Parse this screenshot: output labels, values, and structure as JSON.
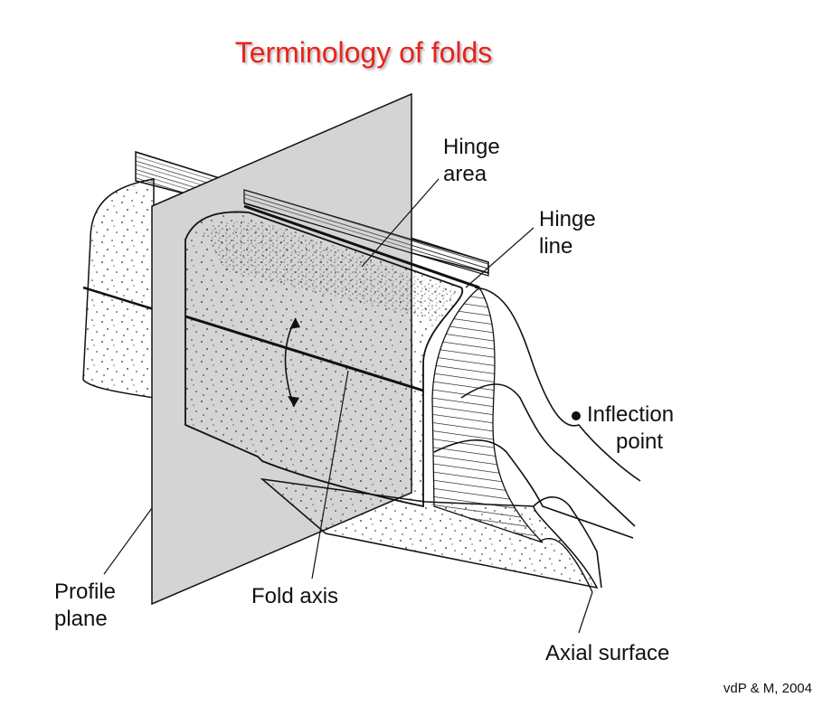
{
  "title": "Terminology of folds",
  "labels": {
    "hinge_area": [
      "Hinge",
      "area"
    ],
    "hinge_line": [
      "Hinge",
      "line"
    ],
    "inflection_point": [
      "Inflection",
      "point"
    ],
    "profile_plane": [
      "Profile",
      "plane"
    ],
    "fold_axis": "Fold axis",
    "axial_surface": "Axial surface"
  },
  "credit": "vdP & M, 2004",
  "colors": {
    "title": "#e8231c",
    "plane_fill": "#d4d4d4",
    "line": "#111111"
  }
}
